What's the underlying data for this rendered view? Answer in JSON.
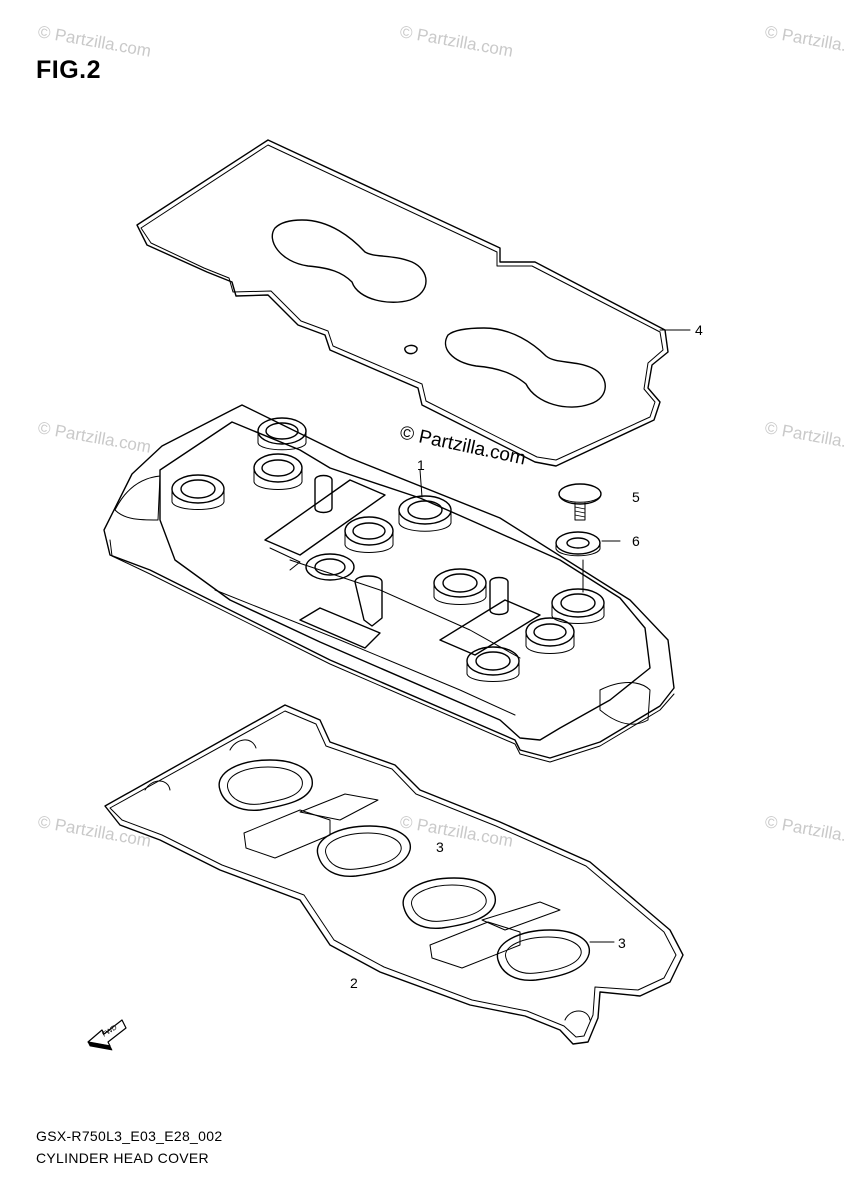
{
  "figure": {
    "title": "FIG.2"
  },
  "watermark": {
    "text": "© Partzilla.com"
  },
  "callouts": [
    "1",
    "2",
    "3",
    "3",
    "4",
    "5",
    "6"
  ],
  "fwd_label": "FWD",
  "footer": {
    "code": "GSX-R750L3_E03_E28_002",
    "caption": "CYLINDER HEAD COVER"
  },
  "colors": {
    "line": "#000000",
    "watermark": "#c9c9c9",
    "background": "#ffffff"
  }
}
